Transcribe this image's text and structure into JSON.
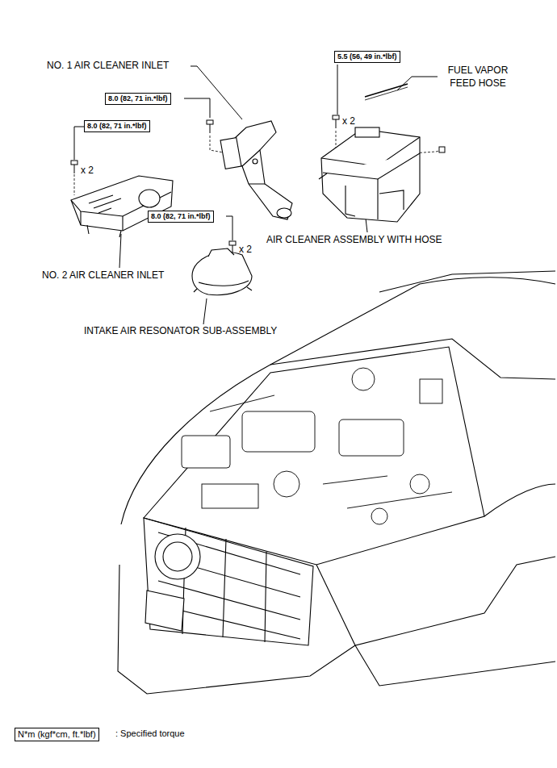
{
  "diagram": {
    "nodes": [
      {
        "text": [
          "5.5 (56, 49 in.*lbf)"
        ]
      },
      {
        "text": [
          "8.0 (82, 71 in.*lbf)"
        ]
      },
      {
        "text": [
          "8.0 (82, 71 in.*lbf)"
        ]
      },
      {
        "text": [
          "8.0 (82, 71 in.*lbf)"
        ]
      },
      {
        "text": [
          "N*m (kgf*cm, ft.*lbf)"
        ]
      }
    ],
    "labels": [
      "NO. 1 AIR CLEANER INLET",
      "FUEL VAPOR FEED HOSE",
      "x 2",
      "x 2",
      "AIR CLEANER ASSEMBLY WITH HOSE",
      "x 2",
      "NO. 2 AIR CLEANER INLET",
      "INTAKE AIR RESONATOR SUB-ASSEMBLY",
      ": Specified torque"
    ]
  }
}
